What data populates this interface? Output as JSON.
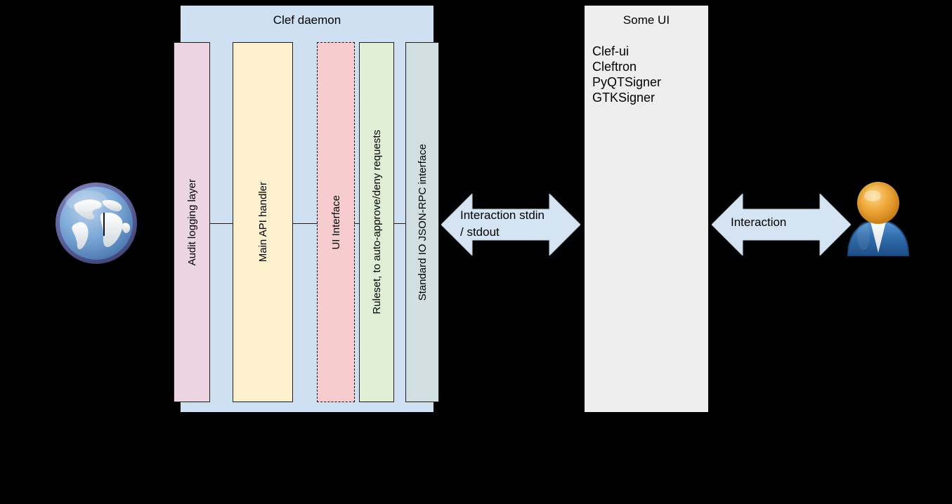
{
  "diagram": {
    "background_color": "#000000",
    "clef": {
      "title": "Clef daemon",
      "container_color": "#cfe0f3",
      "boxes": [
        {
          "label": "Audit logging layer",
          "color": "#ecd4e2",
          "border": "solid"
        },
        {
          "label": "Main API handler",
          "color": "#fdf0cc",
          "border": "solid"
        },
        {
          "label": "UI Interface",
          "color": "#f7ccce",
          "border": "dashed"
        },
        {
          "label": "Ruleset, to auto-approve/deny requests",
          "color": "#dfeed5",
          "border": "solid"
        },
        {
          "label": "Standard IO JSON-RPC interface",
          "color": "#d1dfe3",
          "border": "solid"
        }
      ]
    },
    "some_ui": {
      "title": "Some UI",
      "panel_color": "#eeeeee",
      "items": [
        "Clef-ui",
        "Cleftron",
        "PyQTSigner",
        "GTKSigner"
      ]
    },
    "arrows": [
      {
        "label_line1": "Interaction stdin",
        "label_line2": "/ stdout",
        "color": "#d4e4f2",
        "direction": "bidirectional"
      },
      {
        "label_line1": "Interaction",
        "label_line2": "",
        "color": "#d4e4f2",
        "direction": "bidirectional"
      }
    ],
    "icons": {
      "globe": "globe-icon",
      "user": "user-icon"
    }
  }
}
